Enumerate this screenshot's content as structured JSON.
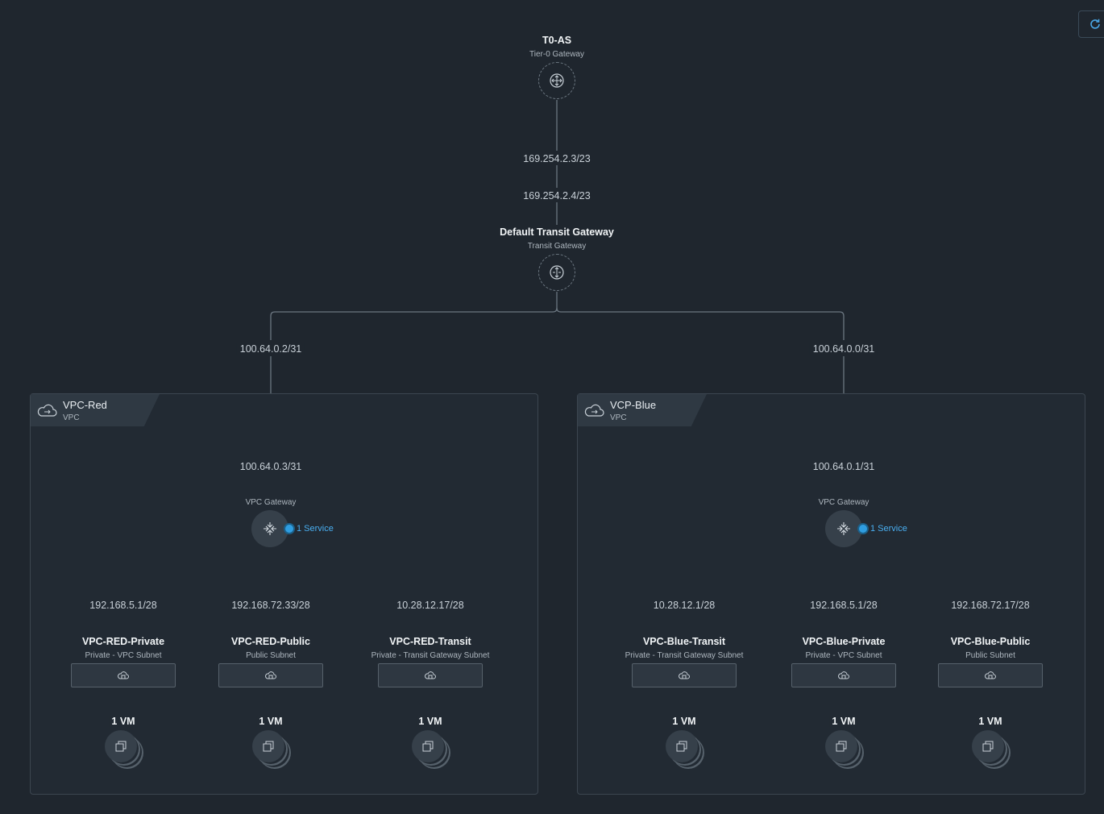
{
  "toolbar": {
    "refresh_icon": "refresh-icon"
  },
  "tier0": {
    "name": "T0-AS",
    "type": "Tier-0 Gateway",
    "icon": "gateway-icon"
  },
  "uplink": {
    "t0_ip": "169.254.2.3/23",
    "transit_ip": "169.254.2.4/23"
  },
  "transit": {
    "name": "Default Transit Gateway",
    "type": "Transit Gateway",
    "icon": "transit-gateway-icon"
  },
  "vpcs": [
    {
      "name": "VPC-Red",
      "type": "VPC",
      "icon": "vpc-cloud-icon",
      "transit_ip": "100.64.0.2/31",
      "gateway_ip": "100.64.0.3/31",
      "gateway_label": "VPC Gateway",
      "service": "1 Service",
      "subnets": [
        {
          "ip": "192.168.5.1/28",
          "name": "VPC-RED-Private",
          "type": "Private - VPC Subnet",
          "vm": "1 VM"
        },
        {
          "ip": "192.168.72.33/28",
          "name": "VPC-RED-Public",
          "type": "Public Subnet",
          "vm": "1 VM"
        },
        {
          "ip": "10.28.12.17/28",
          "name": "VPC-RED-Transit",
          "type": "Private - Transit Gateway Subnet",
          "vm": "1 VM"
        }
      ]
    },
    {
      "name": "VCP-Blue",
      "type": "VPC",
      "icon": "vpc-cloud-icon",
      "transit_ip": "100.64.0.0/31",
      "gateway_ip": "100.64.0.1/31",
      "gateway_label": "VPC Gateway",
      "service": "1 Service",
      "subnets": [
        {
          "ip": "10.28.12.1/28",
          "name": "VPC-Blue-Transit",
          "type": "Private - Transit Gateway Subnet",
          "vm": "1 VM"
        },
        {
          "ip": "192.168.5.1/28",
          "name": "VPC-Blue-Private",
          "type": "Private - VPC Subnet",
          "vm": "1 VM"
        },
        {
          "ip": "192.168.72.17/28",
          "name": "VPC-Blue-Public",
          "type": "Public Subnet",
          "vm": "1 VM"
        }
      ]
    }
  ],
  "colors": {
    "background": "#1f262e",
    "line": "#6b7680",
    "service_accent": "#49aef0"
  }
}
